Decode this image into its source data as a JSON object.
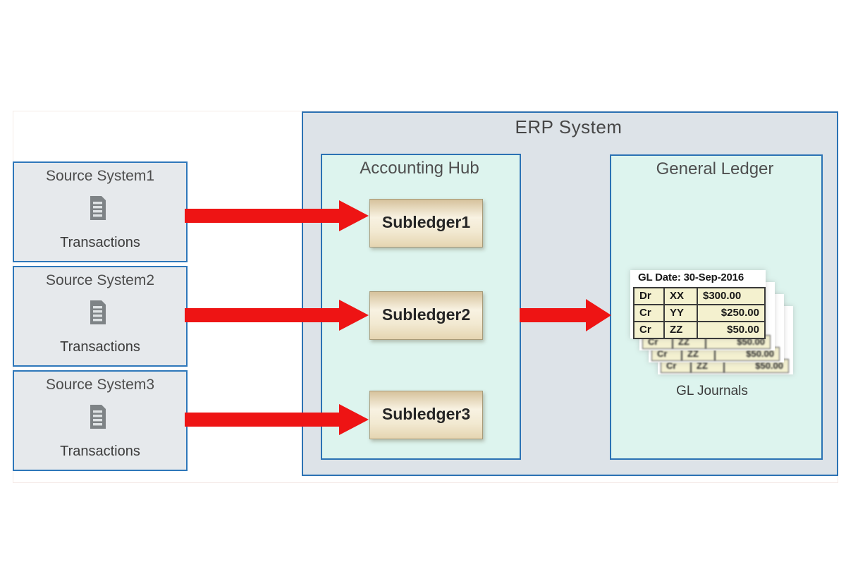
{
  "colors": {
    "erp_background": "#dde3e8",
    "panel_background": "#ddf4ee",
    "source_background": "#e6e9ec",
    "border_blue": "#2b72b4",
    "arrow_red": "#ee1414",
    "subledger_tan": "#e5d5b1",
    "journal_cell": "#f4f1cf"
  },
  "source_systems": [
    {
      "title": "Source System1",
      "icon": "document-icon",
      "label": "Transactions"
    },
    {
      "title": "Source System2",
      "icon": "document-icon",
      "label": "Transactions"
    },
    {
      "title": "Source System3",
      "icon": "document-icon",
      "label": "Transactions"
    }
  ],
  "erp": {
    "title": "ERP System",
    "accounting_hub": {
      "title": "Accounting Hub",
      "subledgers": [
        {
          "label": "Subledger1"
        },
        {
          "label": "Subledger2"
        },
        {
          "label": "Subledger3"
        }
      ]
    },
    "general_ledger": {
      "title": "General Ledger",
      "journal_card": {
        "date_label": "GL Date: 30-Sep-2016",
        "rows": [
          {
            "entry": "Dr",
            "account": "XX",
            "amount": "$300.00"
          },
          {
            "entry": "Cr",
            "account": "YY",
            "amount": "$250.00"
          },
          {
            "entry": "Cr",
            "account": "ZZ",
            "amount": "$50.00"
          }
        ]
      },
      "caption": "GL Journals"
    }
  }
}
